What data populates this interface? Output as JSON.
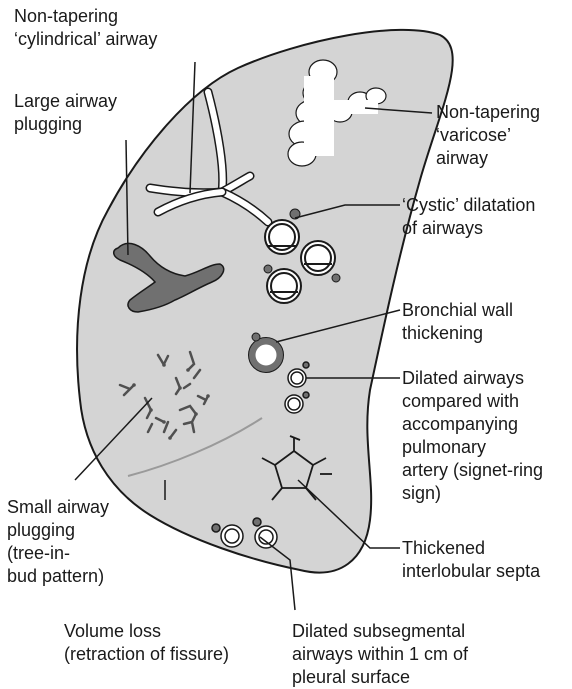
{
  "labels": {
    "cylindrical_airway": "Non-tapering\n‘cylindrical’ airway",
    "large_airway_plugging": "Large airway\nplugging",
    "varicose_airway": "Non-tapering\n‘varicose’\nairway",
    "cystic_dilatation": "‘Cystic’ dilatation\nof airways",
    "bronchial_wall": "Bronchial wall\nthickening",
    "signet_ring": "Dilated airways\ncompared with\naccompanying\npulmonary\nartery (signet-ring\nsign)",
    "small_airway_plugging": "Small airway\nplugging\n(tree-in-\nbud pattern)",
    "thickened_septa": "Thickened\ninterlobular septa",
    "volume_loss": "Volume loss\n(retraction of fissure)",
    "subsegmental": "Dilated subsegmental\nairways within 1 cm of\npleural surface"
  },
  "colors": {
    "lung_fill": "#d4d4d4",
    "outline": "#1a1a1a",
    "plug": "#707070",
    "fissure": "#9a9a9a",
    "airway_white": "#ffffff"
  }
}
